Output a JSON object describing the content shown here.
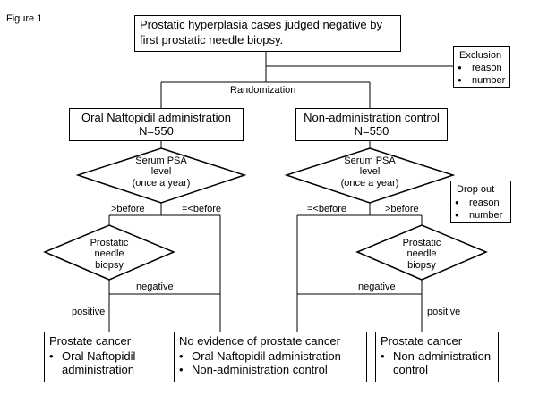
{
  "figure_label": "Figure 1",
  "top_box": {
    "line1": "Prostatic hyperplasia cases judged negative by",
    "line2": "first prostatic needle biopsy."
  },
  "exclusion": {
    "title": "Exclusion",
    "items": [
      "reason",
      "number"
    ]
  },
  "randomization": "Randomization",
  "arm_left": {
    "line1": "Oral Naftopidil administration",
    "line2": "N=550"
  },
  "arm_right": {
    "line1": "Non-administration  control",
    "line2": "N=550"
  },
  "psa_diamond": {
    "line1": "Serum PSA",
    "line2": "level",
    "line3": "(once a year)"
  },
  "dropout": {
    "title": "Drop out",
    "items": [
      "reason",
      "number"
    ]
  },
  "edge_labels": {
    "left_gt": ">before",
    "left_le": "=<before",
    "right_le": "=<before",
    "right_gt": ">before",
    "neg_left": "negative",
    "neg_right": "negative",
    "pos_left": "positive",
    "pos_right": "positive"
  },
  "biopsy_diamond": {
    "line1": "Prostatic",
    "line2": "needle",
    "line3": "biopsy"
  },
  "outcome_left": {
    "title": "Prostate cancer",
    "item1": "Oral Naftopidil",
    "item1b": "administration"
  },
  "outcome_middle": {
    "title": "No evidence of prostate cancer",
    "item1": "Oral Naftopidil administration",
    "item2": "Non-administration  control"
  },
  "outcome_right": {
    "title": "Prostate cancer",
    "item1": "Non-administration",
    "item1b": "control"
  }
}
